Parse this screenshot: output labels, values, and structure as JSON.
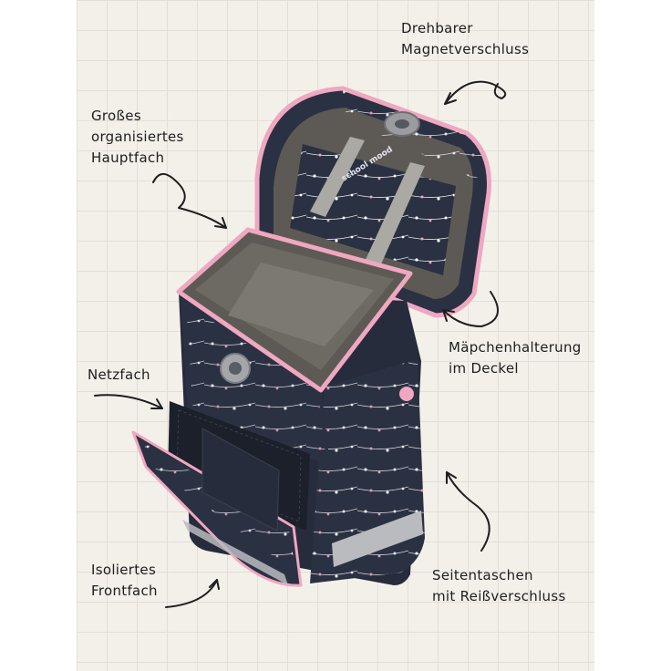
{
  "callouts": {
    "magnet": [
      "Drehbarer",
      "Magnetverschluss"
    ],
    "main": [
      "Großes",
      "organisiertes",
      "Hauptfach"
    ],
    "net": [
      "Netzfach"
    ],
    "pencil": [
      "Mäpchenhalterung",
      "im Deckel"
    ],
    "front": [
      "Isoliertes",
      "Frontfach"
    ],
    "side": [
      "Seitentaschen",
      "mit Reißverschluss"
    ]
  },
  "brand": {
    "logo": "school mood"
  },
  "colors": {
    "paper": "#f3f0ea",
    "grid": "#e3dfd7",
    "bag_navy": "#2a3142",
    "trim_pink": "#f0a7c0",
    "interior_gray": "#6d6a64",
    "reflector": "#b9bbbe",
    "ink": "#1e1e1e"
  }
}
